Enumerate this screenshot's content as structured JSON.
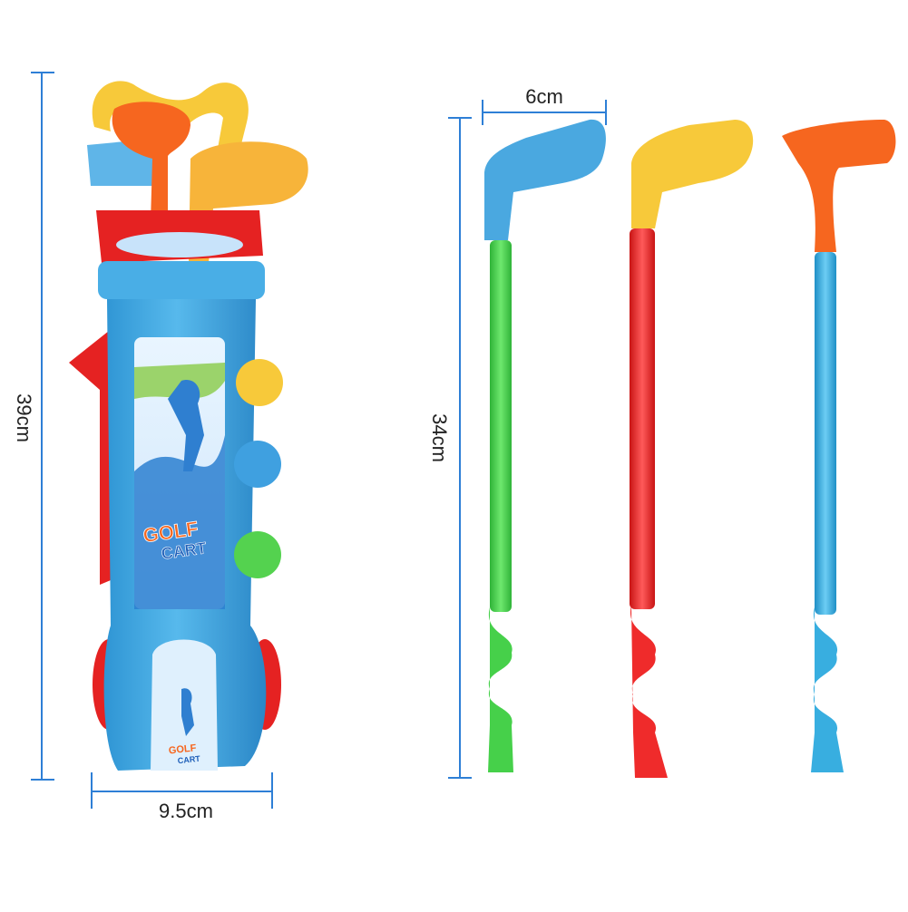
{
  "dimensions": {
    "bag_height": "39cm",
    "bag_width": "9.5cm",
    "club_height": "34cm",
    "head_width": "6cm"
  },
  "bag_print": {
    "line1": "GOLF",
    "line2": "CART"
  },
  "colors": {
    "dimension_line": "#2e7fd6",
    "bag_blue": "#3fa9e0",
    "green_club": "#46d04a",
    "red_club": "#ef2b2b",
    "blue_club": "#38aee0",
    "yellow": "#f7c93a",
    "orange": "#f6661f"
  }
}
